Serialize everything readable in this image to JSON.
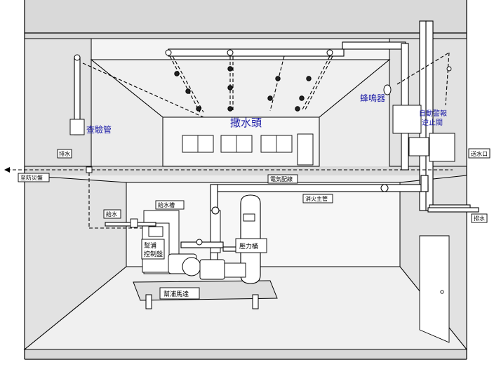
{
  "labels": {
    "test_pipe": "查驗管",
    "sprinkler_head": "撒水頭",
    "alarm_bell": "蜂鳴器",
    "auto_alarm_check_valve": "自動警報逆止閥",
    "fire_dept_connection": "送水口",
    "drain_left": "排水",
    "drain_right": "排水",
    "to_disaster_panel": "至防災盤",
    "electrical_wiring": "電気配線",
    "fire_main": "消火主管",
    "water_supply": "給水",
    "supply_tank": "給水槽",
    "pump_control_panel": "幫浦控制盤",
    "pressure_tank": "壓力桶",
    "pump_motor": "幫浦馬達"
  },
  "colors": {
    "callout": "#1a1aa6",
    "wall": "#d9d9d9",
    "room": "#ececec"
  }
}
